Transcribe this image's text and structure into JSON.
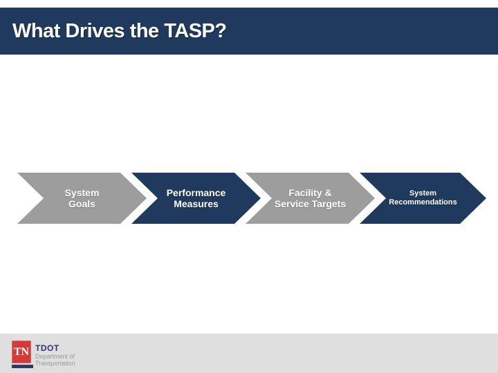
{
  "slide": {
    "title": "What Drives the TASP?"
  },
  "process_flow": {
    "steps": [
      {
        "label_line1": "System",
        "label_line2": "Goals",
        "fill": "#9d9d9d"
      },
      {
        "label_line1": "Performance",
        "label_line2": "Measures",
        "fill": "#1f3a5c"
      },
      {
        "label_line1": "Facility &",
        "label_line2": "Service Targets",
        "fill": "#9d9d9d"
      },
      {
        "label_line1": "System",
        "label_line2": "Recommendations",
        "fill": "#1f3a5c"
      }
    ]
  },
  "footer": {
    "logo": {
      "tn_abbrev": "TN",
      "agency": "TDOT",
      "dept_line1": "Department of",
      "dept_line2": "Transportation"
    }
  },
  "colors": {
    "header_navy": "#1f3a5c",
    "chevron_navy": "#1f3a5c",
    "chevron_gray": "#9d9d9d",
    "footer_band": "#dfdfdf",
    "logo_red": "#d13c38",
    "logo_navy": "#2e3a66",
    "title_text": "#ffffff"
  }
}
